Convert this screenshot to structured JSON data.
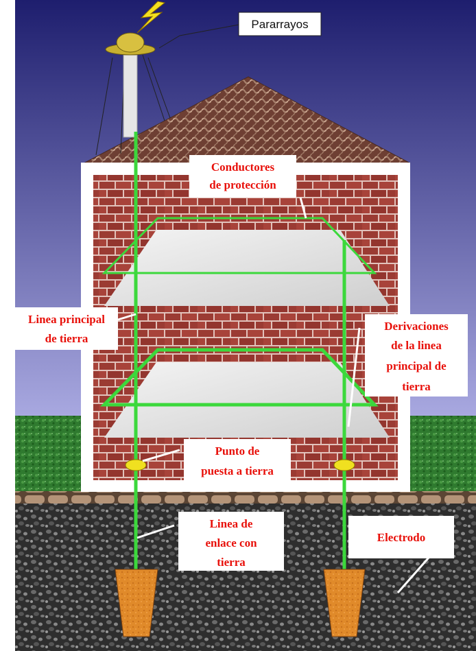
{
  "labels": {
    "lightning_rod": "Pararrayos",
    "protection_conductors": [
      "Conductores",
      "de protección"
    ],
    "main_earth_line": [
      "Linea principal",
      "de tierra"
    ],
    "branches": [
      "Derivaciones",
      "de la linea",
      "principal de",
      "tierra"
    ],
    "earthing_point": [
      "Punto de",
      "puesta a tierra"
    ],
    "earth_link_line": [
      "Linea de",
      "enlace con",
      "tierra"
    ],
    "electrode": "Electrodo"
  },
  "colors": {
    "sky_top": "#1e1e6e",
    "sky_bottom": "#a8a8e0",
    "grass": "#2f7a2f",
    "brick": "#9b3b33",
    "mortar": "#e8c8c0",
    "roof": "#7a4638",
    "ground": "#3a3a3a",
    "conductor": "#3cd83c",
    "electrode": "#e08a2a",
    "clamp": "#f0e020",
    "label_red": "#e8100a"
  }
}
